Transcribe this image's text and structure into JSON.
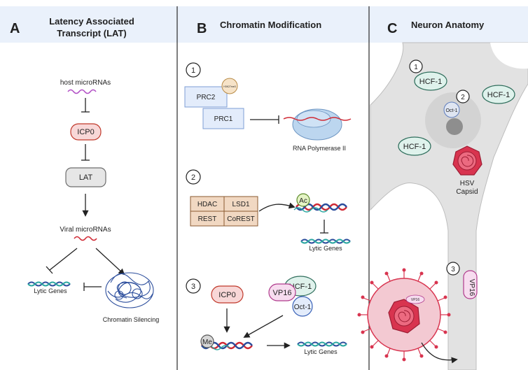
{
  "panels": {
    "a": {
      "letter": "A",
      "title_line1": "Latency Associated",
      "title_line2": "Transcript (LAT)"
    },
    "b": {
      "letter": "B",
      "title": "Chromatin Modification"
    },
    "c": {
      "letter": "C",
      "title": "Neuron Anatomy"
    }
  },
  "panel_a": {
    "host_mirna": "host microRNAs",
    "icp0": "ICP0",
    "lat": "LAT",
    "viral_mirna": "Viral microRNAs",
    "lytic_genes": "Lytic Genes",
    "chromatin_silencing": "Chromatin Silencing"
  },
  "panel_b": {
    "step1": "1",
    "prc2": "PRC2",
    "prc1": "PRC1",
    "tiny_tag": "H3K27me3",
    "rna_pol": "RNA Polymerase II",
    "step2": "2",
    "hdac": "HDAC",
    "lsd1": "LSD1",
    "rest": "REST",
    "corest": "CoREST",
    "ac": "Ac",
    "lytic2": "Lytic Genes",
    "step3": "3",
    "icp0": "ICP0",
    "vp16": "VP16",
    "hcf1": "HCF-1",
    "oct1": "Oct-1",
    "me": "Me",
    "lytic3": "Lytic Genes"
  },
  "panel_c": {
    "step1": "1",
    "step2": "2",
    "step3": "3",
    "hcf1_a": "HCF-1",
    "hcf1_b": "HCF-1",
    "hcf1_c": "HCF-1",
    "oct1": "Oct-1",
    "hsv_line1": "HSV",
    "hsv_line2": "Capsid",
    "vp16": "VP16",
    "virion_tag": "VP16"
  },
  "colors": {
    "header_bg": "#eaf1fb",
    "divider": "#2a2a2a",
    "neuron_gray": "#e2e2e2",
    "icp0_fill": "#f8d7d7",
    "icp0_stroke": "#c0392b",
    "hcf1_fill": "#dff2ec",
    "hcf1_stroke": "#2f6e5c",
    "oct1_fill": "#e3ecfb",
    "oct1_stroke": "#3b63b8",
    "vp16_fill": "#f7dcef",
    "vp16_stroke": "#b03a8c",
    "prc_fill": "#e3ecfb",
    "table_fill": "#f1d8c2",
    "capsid": "#d8344f",
    "dna_red": "#d02a35",
    "dna_blue": "#2b4d9c",
    "dna_teal": "#2aa7a0",
    "mirna": "#b14fc5"
  }
}
